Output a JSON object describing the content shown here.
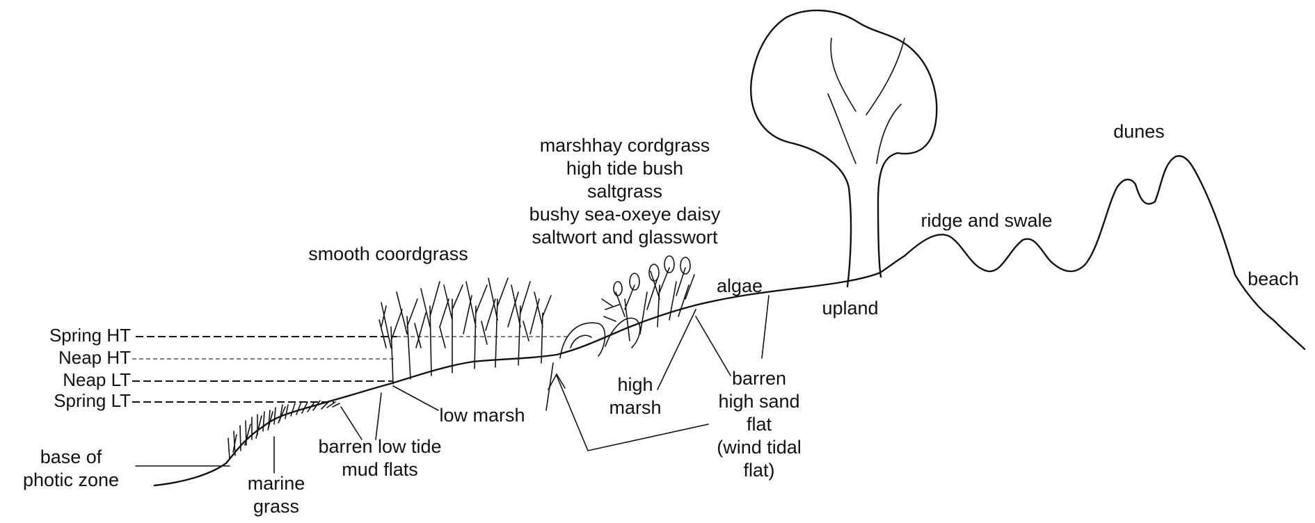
{
  "labels": {
    "marsh_species": [
      "marshhay cordgrass",
      "high tide bush",
      "saltgrass",
      "bushy sea-oxeye daisy",
      "saltwort and glasswort"
    ],
    "smooth_coordgrass": "smooth coordgrass",
    "algae": "algae",
    "upland": "upland",
    "ridge_and_swale": "ridge and swale",
    "dunes": "dunes",
    "beach": "beach",
    "low_marsh": "low marsh",
    "high_marsh": [
      "high",
      "marsh"
    ],
    "barren_high_sand_flat": [
      "barren",
      "high sand",
      "flat",
      "(wind tidal",
      "flat)"
    ],
    "barren_low_tide_mud_flats": [
      "barren low tide",
      "mud flats"
    ],
    "marine_grass": [
      "marine",
      "grass"
    ],
    "base_of_photic_zone": [
      "base of",
      "photic zone"
    ]
  },
  "tide_levels": {
    "spring_ht": "Spring HT",
    "neap_ht": "Neap HT",
    "neap_lt": "Neap LT",
    "spring_lt": "Spring LT"
  },
  "icons": [
    "tree-icon",
    "cordgrass-icon",
    "shrub-icon",
    "marine-grass-icon"
  ]
}
